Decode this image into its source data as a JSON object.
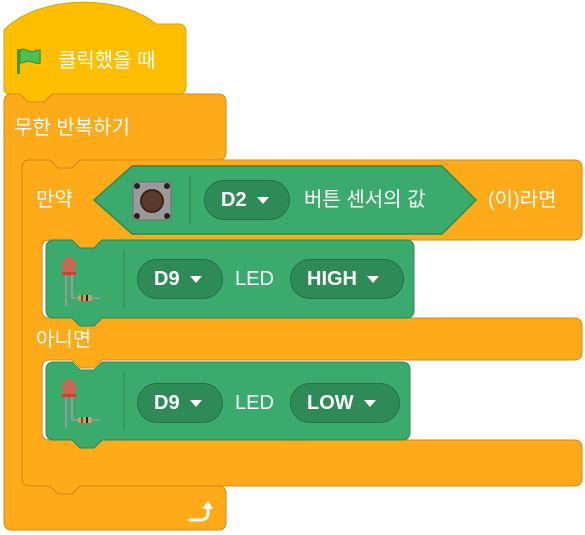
{
  "colors": {
    "events": "#ffbf00",
    "control": "#ffab19",
    "control_dark": "#cf8b17",
    "device": "#3bab6d",
    "device_dark": "#2a8a55",
    "dropdown": "#2e8b57",
    "flag": "#4cbf56"
  },
  "hat": {
    "flag_icon": "green-flag-icon",
    "label": "클릭했을 때"
  },
  "forever": {
    "label": "무한 반복하기",
    "loop_icon": "loop-arrow-icon"
  },
  "if_block": {
    "label_if": "만약",
    "label_then": "(이)라면",
    "label_else": "아니면"
  },
  "button_sensor": {
    "icon": "push-button-icon",
    "pin": "D2",
    "label": "버튼 센서의 값"
  },
  "led_on": {
    "icon": "led-icon",
    "pin": "D9",
    "label": "LED",
    "state": "HIGH"
  },
  "led_off": {
    "icon": "led-icon",
    "pin": "D9",
    "label": "LED",
    "state": "LOW"
  }
}
